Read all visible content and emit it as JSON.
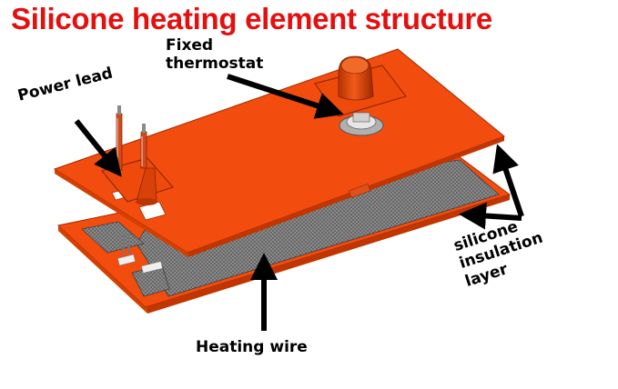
{
  "title": "Silicone heating element structure",
  "labels": {
    "fixed_thermostat": [
      "Fixed",
      "thermostat"
    ],
    "power_lead": "Power lead",
    "heating_wire": "Heating wire",
    "silicone_insulation_layer": [
      "silicone",
      "insulation",
      "layer"
    ]
  },
  "colors": {
    "title": "#e4100f",
    "silicone": "#f24d0f",
    "silicone_edge": "#a62a00",
    "heating_mesh": "#6e6e6e",
    "arrow": "#000000"
  },
  "icons": [
    "thermostat-icon",
    "power-lead-icon"
  ]
}
